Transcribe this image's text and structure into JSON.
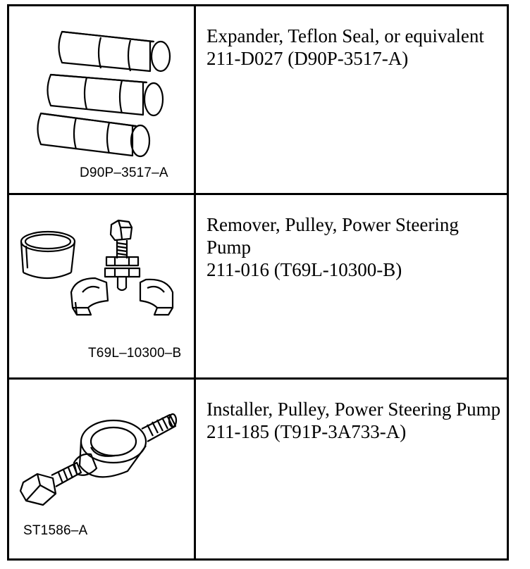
{
  "tools": [
    {
      "description": "Expander, Teflon Seal, or equivalent",
      "tool_number": "211-D027 (D90P-3517-A)",
      "illustration_code": "D90P–3517–A",
      "illustration_icon": "expander-cones-icon"
    },
    {
      "description": "Remover, Pulley, Power Steering Pump",
      "tool_number": "211-016 (T69L-10300-B)",
      "illustration_code": "T69L–10300–B",
      "illustration_icon": "pulley-remover-icon"
    },
    {
      "description": "Installer, Pulley, Power Steering Pump",
      "tool_number": "211-185 (T91P-3A733-A)",
      "illustration_code": "ST1586–A",
      "illustration_icon": "pulley-installer-icon"
    }
  ],
  "colors": {
    "ink": "#000000",
    "paper": "#ffffff"
  }
}
